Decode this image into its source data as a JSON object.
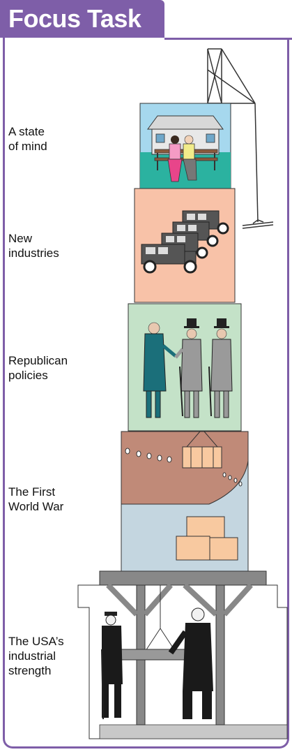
{
  "header": {
    "title": "Focus Task"
  },
  "labels": {
    "state_of_mind": "A state\nof mind",
    "new_industries": "New\nindustries",
    "republican_policies": "Republican\npolicies",
    "first_world_war": "The First\nWorld War",
    "industrial_strength": "The USA’s\nindustrial\nstrength"
  },
  "colors": {
    "header": "#7e5ea8",
    "block1_sky": "#a6d8ee",
    "block1_ground": "#2bb2a0",
    "block2": "#f8c2a8",
    "block3": "#c4e2c8",
    "block4_hull": "#c08a78",
    "block4_water": "#c4d6e0",
    "block5_floor": "#c8c8c8"
  }
}
